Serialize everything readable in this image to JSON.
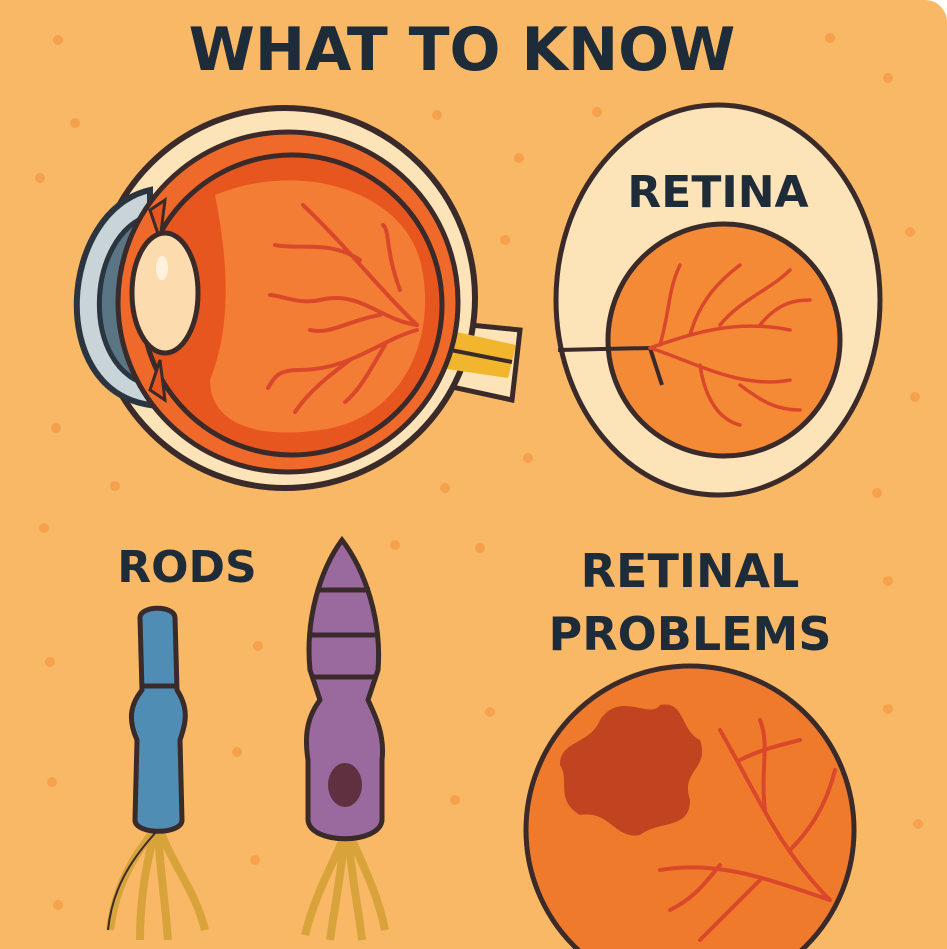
{
  "title": "WHAT TO KNOW",
  "labels": {
    "retina": "RETINA",
    "rods": "RODS",
    "problems_line1": "RETINAL",
    "problems_line2": "PROBLEMS"
  },
  "colors": {
    "background": "#f9b865",
    "text": "#1e2b38",
    "outline": "#3a2a2a",
    "retina_orange": "#f58a36",
    "vessel": "#d9482a",
    "rod_blue": "#4f8db5",
    "cone_purple": "#9a6a9e",
    "nerve_yellow": "#f2b52e"
  }
}
